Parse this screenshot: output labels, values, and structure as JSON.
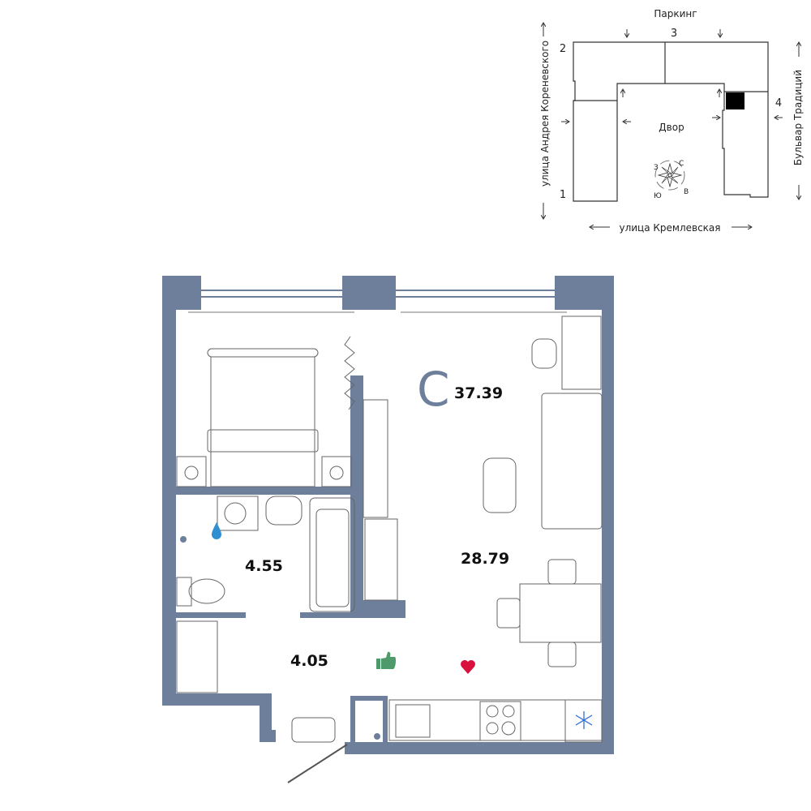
{
  "site_plan": {
    "top_label": "Паркинг",
    "bottom_label": "улица Кремлевская",
    "left_label": "улица Андрея Кореневского",
    "right_label": "Бульвар Традиций",
    "courtyard_label": "Двор",
    "section_numbers": [
      "1",
      "2",
      "3",
      "4"
    ],
    "compass": {
      "north": "С",
      "south": "Ю",
      "east": "В",
      "west": "З"
    }
  },
  "apartment": {
    "type_letter": "С",
    "total_area": "37.39",
    "rooms": [
      {
        "name": "living-kitchen",
        "area": "28.79"
      },
      {
        "name": "bathroom",
        "area": "4.55"
      },
      {
        "name": "hallway",
        "area": "4.05"
      }
    ],
    "colors": {
      "wall": "#6e7f9c",
      "water": "#2f8fd0",
      "thumb": "#4e9a6a",
      "heart": "#d8123c",
      "snow": "#2f6fd0"
    }
  }
}
